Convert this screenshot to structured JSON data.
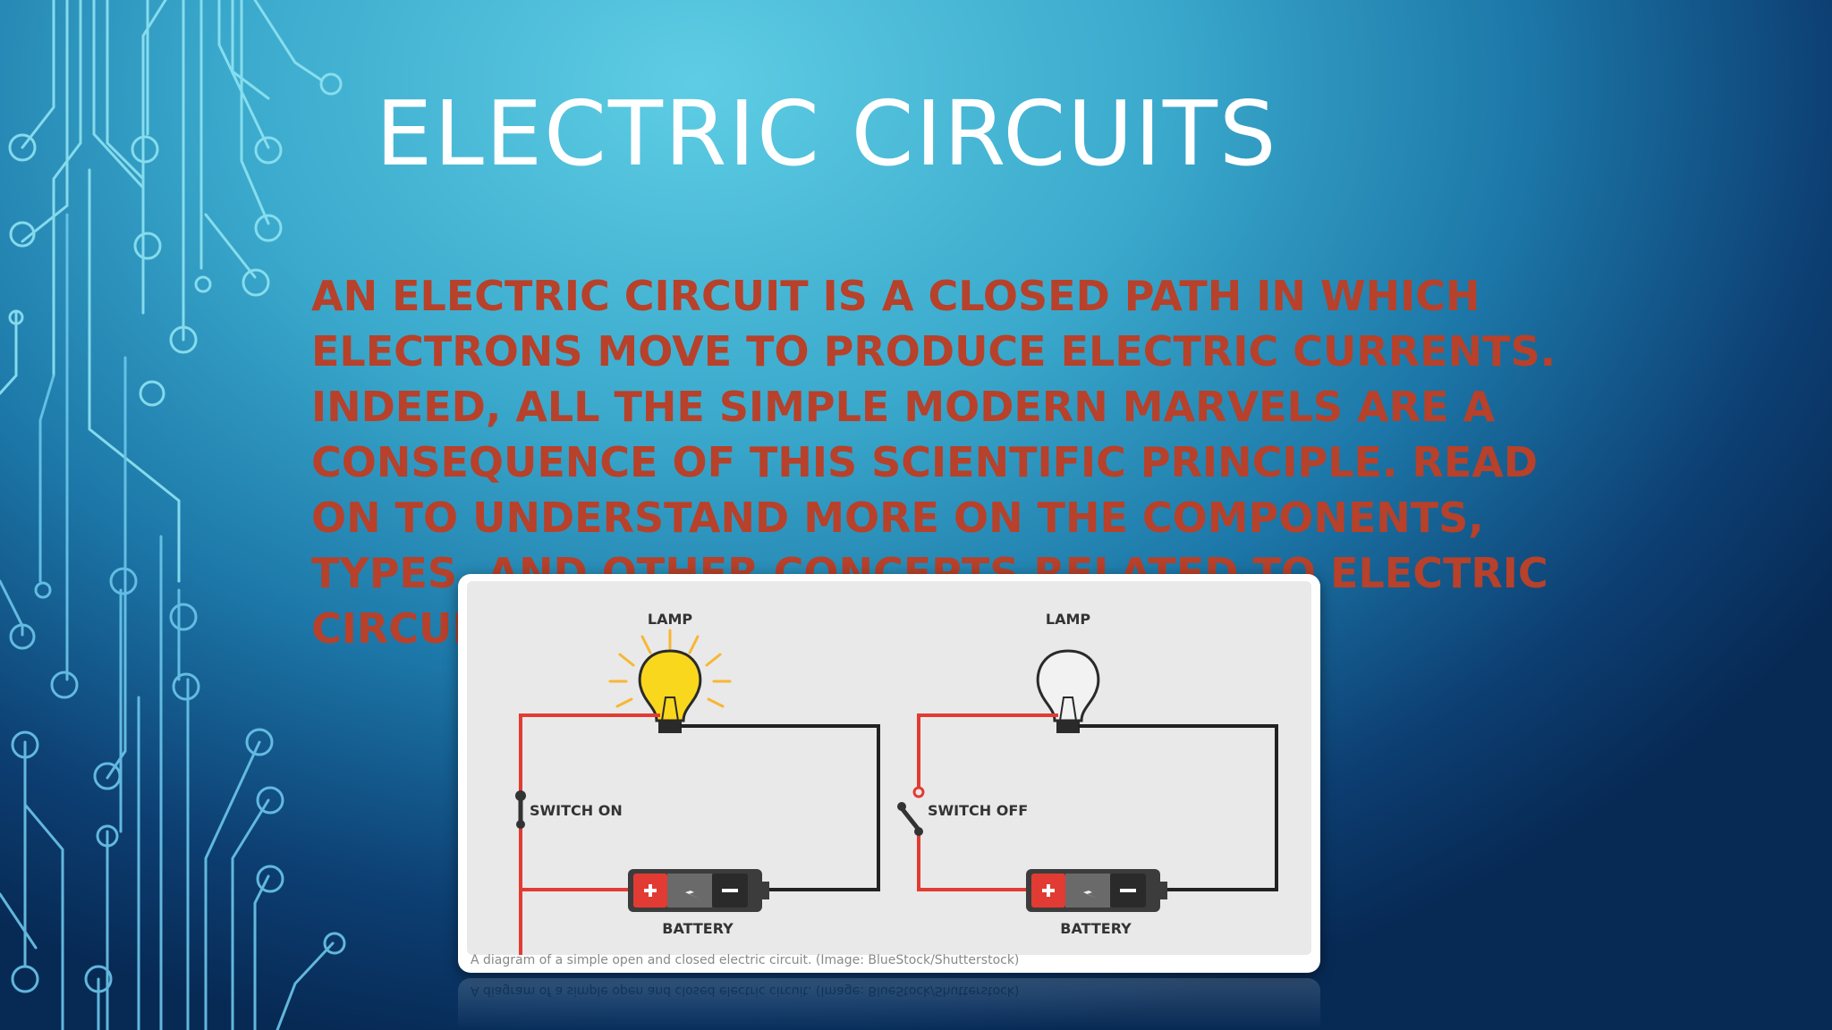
{
  "slide": {
    "title": "ELECTRIC CIRCUITS",
    "body": "AN ELECTRIC CIRCUIT IS A CLOSED PATH IN WHICH ELECTRONS MOVE TO PRODUCE ELECTRIC CURRENTS. INDEED, ALL THE SIMPLE MODERN MARVELS ARE A CONSEQUENCE OF THIS SCIENTIFIC PRINCIPLE. READ ON TO UNDERSTAND MORE ON THE COMPONENTS, TYPES, AND OTHER CONCEPTS RELATED TO ELECTRIC CIRCUITS."
  },
  "figure": {
    "left_circuit": {
      "lamp_label": "LAMP",
      "switch_label": "SWITCH ON",
      "battery_label": "BATTERY"
    },
    "right_circuit": {
      "lamp_label": "LAMP",
      "switch_label": "SWITCH OFF",
      "battery_label": "BATTERY"
    },
    "caption": "A diagram of a simple open and closed electric circuit. (Image: BlueStock/Shutterstock)"
  },
  "colors": {
    "title": "#ffffff",
    "body_text": "#b7412a",
    "wire_live": "#e23b33",
    "wire_neutral": "#222222",
    "bulb_lit": "#f9d71c"
  },
  "icons": [
    "circuit-trace-decoration",
    "lit-bulb-icon",
    "unlit-bulb-icon",
    "battery-icon",
    "switch-icon"
  ]
}
